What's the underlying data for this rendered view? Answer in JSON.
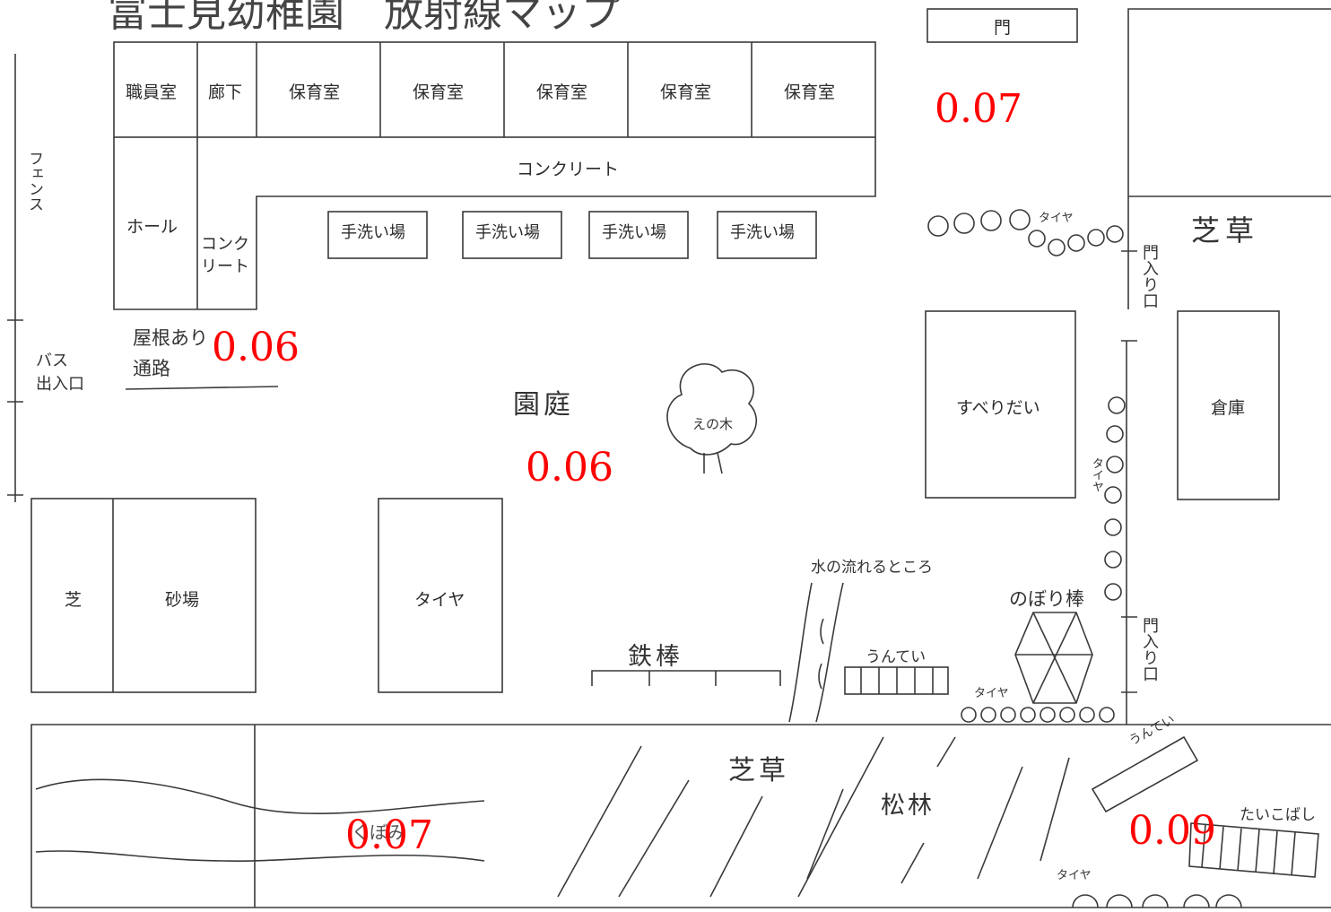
{
  "title": "富士見幼稚園　放射線マップ",
  "labels": {
    "gate_top": "門",
    "staff_room": "職員室",
    "corridor": "廊下",
    "nursery_room": "保育室",
    "concrete": "コンクリート",
    "hall": "ホール",
    "concrete_small": "コンク\nリート",
    "handwash": "手洗い場",
    "fence": "フェンス",
    "roof_path": "屋根あり\n通路",
    "bus_entrance": "バス\n出入口",
    "garden": "園庭",
    "tree": "えの木",
    "slide": "すべりだい",
    "warehouse": "倉庫",
    "lawn": "芝草",
    "gate_entrance": "門入り口",
    "tires": "タイヤ",
    "turf": "芝",
    "sandbox": "砂場",
    "tire_area": "タイヤ",
    "water_stream": "水の流れるところ",
    "iron_bar": "鉄棒",
    "monkey_bars": "うんてい",
    "climbing_pole": "のぼり棒",
    "lawn_bottom": "芝草",
    "pine_forest": "松林",
    "drum_bridge": "たいこばし",
    "hollow": "くぼみ"
  },
  "measurements": {
    "gate_area": "0.07",
    "roof_path": "0.06",
    "garden": "0.06",
    "hollow": "0.07",
    "drum_bridge": "0.09"
  },
  "colors": {
    "measurement": "#ff0000",
    "line": "#3a3a3a"
  }
}
